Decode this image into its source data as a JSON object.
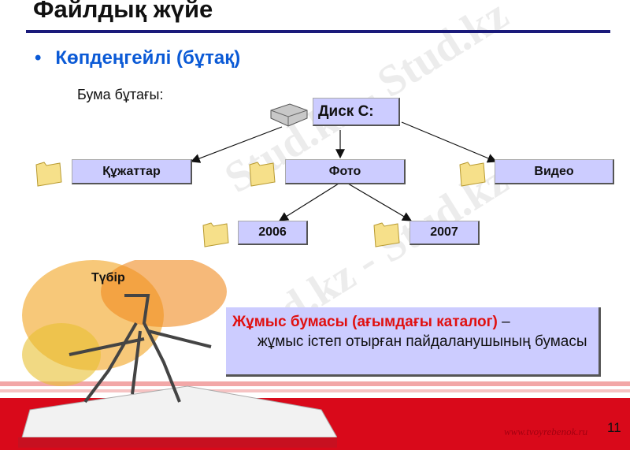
{
  "title": "Файлдық жүйе",
  "bullet": "Көпдеңгейлі (бұтақ)",
  "tree_label": "Бума бұтағы:",
  "tree": {
    "root": "Диск С:",
    "level1": [
      "Құжаттар",
      "Фото",
      "Видео"
    ],
    "level2": [
      "2006",
      "2007"
    ]
  },
  "root_label": "Түбір",
  "definition": {
    "term": "Жұмыс бумасы (ағымдағы каталог)",
    "dash": " –",
    "text": "жұмыс істеп отырған пайдаланушының бумасы"
  },
  "page_number": "11",
  "watermark": "Stud.kz - Stud.kz",
  "site_logo": "www.tvoyrebenok.ru",
  "colors": {
    "title_rule": "#1a1a7a",
    "bullet": "#0b5ad6",
    "box": "#ccccff",
    "term": "#e01010",
    "band": "#d9091a"
  }
}
